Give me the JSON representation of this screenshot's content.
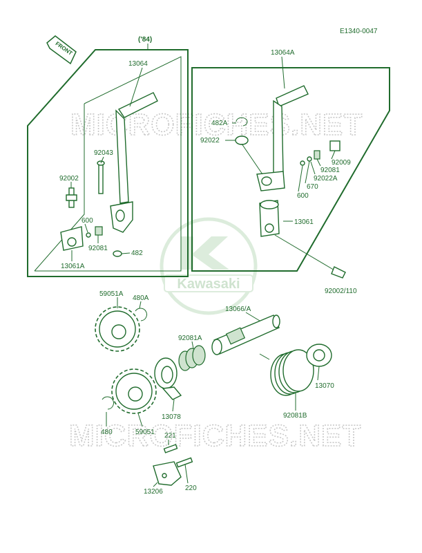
{
  "ref_code": "E1340-0047",
  "front_label": "FRONT",
  "year_note": "('84)",
  "brand_text": "Kawasaki",
  "watermark": "MICROFICHES.NET",
  "colors": {
    "ink": "#1f6b2c",
    "watermark": "#c8c8c8",
    "logo": "#dcecdc"
  },
  "labels": {
    "p13064": "13064",
    "p13064A": "13064A",
    "p92043": "92043",
    "p92002": "92002",
    "p600_left": "600",
    "p92081_left": "92081",
    "p482": "482",
    "p13061A": "13061A",
    "p482A": "482A",
    "p92022": "92022",
    "p92009": "92009",
    "p92081_right": "92081",
    "p92022A": "92022A",
    "p670": "670",
    "p600_right": "600",
    "p13061": "13061",
    "p92002_110": "92002/110",
    "p59051A": "59051A",
    "p480A": "480A",
    "p13066A": "13066/A",
    "p92081A": "92081A",
    "p13070": "13070",
    "p92081B": "92081B",
    "p13078": "13078",
    "p59051": "59051",
    "p480": "480",
    "p221": "221",
    "p220": "220",
    "p13206": "13206"
  }
}
